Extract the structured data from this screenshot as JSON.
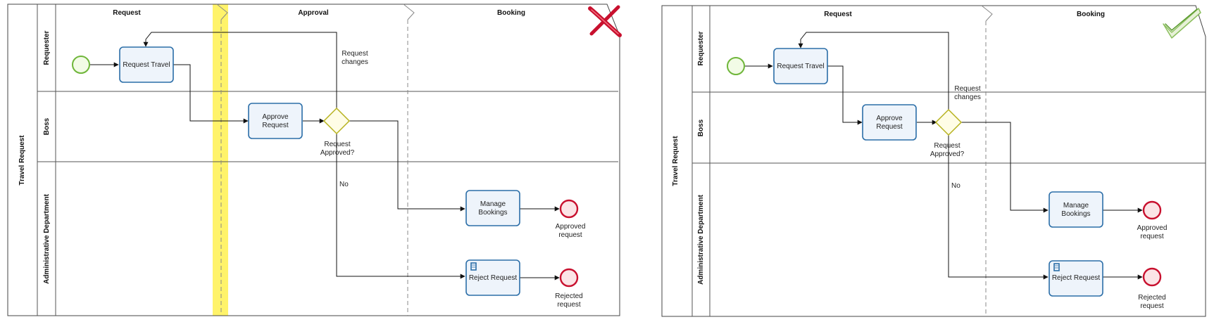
{
  "diagrams": [
    {
      "status": "incorrect",
      "status_icon": "red-cross-icon",
      "pool_label": "Travel Request",
      "lanes": [
        "Requester",
        "Boss",
        "Administrative Department"
      ],
      "phases": [
        "Request",
        "Approval",
        "Booking"
      ],
      "tasks": {
        "request_travel": "Request Travel",
        "approve_request": [
          "Approve",
          "Request"
        ],
        "manage_bookings": [
          "Manage",
          "Bookings"
        ],
        "reject_request": "Reject Request"
      },
      "gateway_label": [
        "Request",
        "Approved?"
      ],
      "flow_labels": {
        "changes": [
          "Request",
          "changes"
        ],
        "no": "No"
      },
      "end_labels": {
        "approved": [
          "Approved",
          "request"
        ],
        "rejected": [
          "Rejected",
          "request"
        ]
      }
    },
    {
      "status": "correct",
      "status_icon": "green-check-icon",
      "pool_label": "Travel Request",
      "lanes": [
        "Requester",
        "Boss",
        "Administrative Department"
      ],
      "phases": [
        "Request",
        "Booking"
      ],
      "tasks": {
        "request_travel": "Request Travel",
        "approve_request": [
          "Approve",
          "Request"
        ],
        "manage_bookings": [
          "Manage",
          "Bookings"
        ],
        "reject_request": "Reject Request"
      },
      "gateway_label": [
        "Request",
        "Approved?"
      ],
      "flow_labels": {
        "changes": [
          "Request",
          "changes"
        ],
        "no": "No"
      },
      "end_labels": {
        "approved": [
          "Approved",
          "request"
        ],
        "rejected": [
          "Rejected",
          "request"
        ]
      }
    }
  ],
  "colors": {
    "task_border": "#2b6ea8",
    "task_fill": "#eef4fb",
    "start_event": "#6fb63a",
    "end_event": "#c8102e",
    "gateway": "#b7b21e",
    "highlight": "#fff36a"
  }
}
